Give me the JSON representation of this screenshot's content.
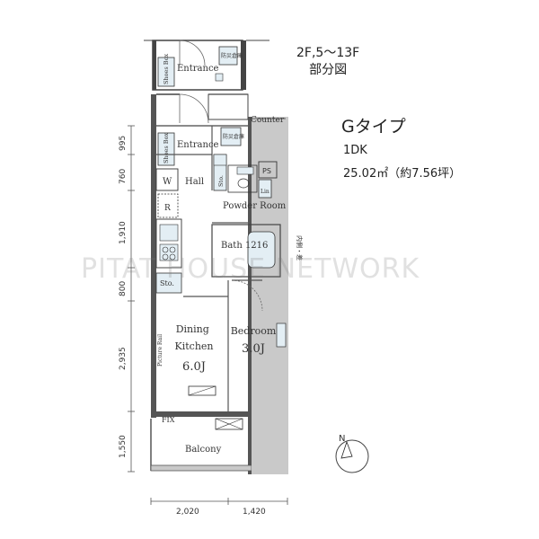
{
  "partial_plan": {
    "floors": "2F,5〜13F",
    "label": "部分図",
    "entrance": "Entrance",
    "shoes_box": "Shoes Box",
    "storage": "防災倉庫"
  },
  "unit": {
    "type": "Gタイプ",
    "layout": "1DK",
    "area": "25.02㎡（約7.56坪）"
  },
  "rooms": {
    "counter": "Counter",
    "storage": "防災倉庫",
    "entrance": "Entrance",
    "shoes_box": "Shoes Box",
    "hall": "Hall",
    "w": "W",
    "r": "R",
    "sto": "Sto.",
    "ps": "PS",
    "lin": "Lin",
    "powder_room": "Powder Room",
    "bath": "Bath 1216",
    "sto_bottom": "Sto.",
    "dining_kitchen": "Dining Kitchen",
    "dk_size": "6.0J",
    "picture_rail": "Picture Rail",
    "bedroom": "Bedroom",
    "bedroom_size": "3.0J",
    "fix": "FIX",
    "balcony": "Balcony",
    "shaft": "内側・差"
  },
  "dimensions": {
    "vertical": [
      "995",
      "760",
      "1,910",
      "800",
      "2,935",
      "1,550"
    ],
    "horizontal": [
      "2,020",
      "1,420"
    ]
  },
  "compass": "N",
  "watermark": "PITAT HOUSE NETWORK"
}
